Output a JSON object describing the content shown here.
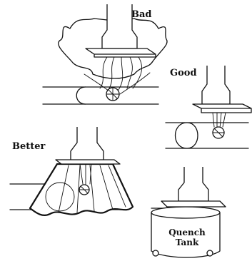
{
  "panels": {
    "bad": {
      "label": "Bad"
    },
    "good": {
      "label": "Good"
    },
    "better": {
      "label": "Better"
    },
    "quench": {
      "label_line1": "Quench",
      "label_line2": "Tank"
    }
  }
}
